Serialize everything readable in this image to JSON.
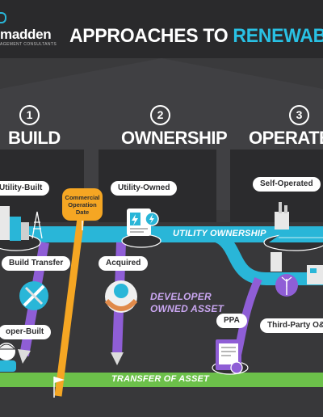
{
  "logo": {
    "name": "madden",
    "tagline": "AGEMENT CONSULTANTS"
  },
  "title": {
    "part1": "APPROACHES TO",
    "part2": "RENEWABLE ASSET"
  },
  "steps": [
    {
      "number": "1",
      "label": "BUILD"
    },
    {
      "number": "2",
      "label": "OWNERSHIP"
    },
    {
      "number": "3",
      "label": "OPERATE"
    }
  ],
  "nodes": {
    "utility_built": "Utility-Built",
    "utility_owned": "Utility-Owned",
    "self_operated": "Self-Operated",
    "build_transfer": "Build Transfer",
    "acquired": "Acquired",
    "developer_built": "oper-Built",
    "ppa": "PPA",
    "third_party": "Third-Party O&"
  },
  "milestone": {
    "label": "Commercial Operation Date"
  },
  "bands": {
    "utility_ownership": "UTILITY OWNERSHIP",
    "developer_owned_line1": "DEVELOPER",
    "developer_owned_line2": "OWNED ASSET",
    "transfer_of_asset": "TRANSFER OF ASSET"
  },
  "colors": {
    "background": "#3a3a3c",
    "utility_path": "#29b6d8",
    "developer_path": "#8f5ed6",
    "transfer_path": "#6cc04a",
    "milestone": "#f5a623",
    "accent": "#29c1e4"
  }
}
